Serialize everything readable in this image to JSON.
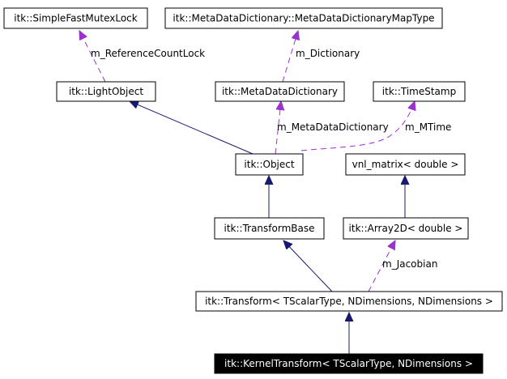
{
  "diagram": {
    "colors": {
      "inheritance": "#191970",
      "member": "#9a32cd",
      "node_border": "#000000",
      "focus_fill": "#000000",
      "focus_text": "#ffffff"
    },
    "nodes": {
      "simple_fast_mutex_lock": "itk::SimpleFastMutexLock",
      "meta_data_dictionary_map_type": "itk::MetaDataDictionary::MetaDataDictionaryMapType",
      "light_object": "itk::LightObject",
      "meta_data_dictionary": "itk::MetaDataDictionary",
      "time_stamp": "itk::TimeStamp",
      "object": "itk::Object",
      "vnl_matrix_double": "vnl_matrix< double >",
      "transform_base": "itk::TransformBase",
      "array2d_double": "itk::Array2D< double >",
      "transform": "itk::Transform< TScalarType, NDimensions, NDimensions >",
      "kernel_transform": "itk::KernelTransform< TScalarType, NDimensions >"
    },
    "edge_labels": {
      "reference_count_lock": "m_ReferenceCountLock",
      "dictionary": "m_Dictionary",
      "meta_data_dictionary": "m_MetaDataDictionary",
      "mtime": "m_MTime",
      "jacobian": "m_Jacobian"
    }
  }
}
